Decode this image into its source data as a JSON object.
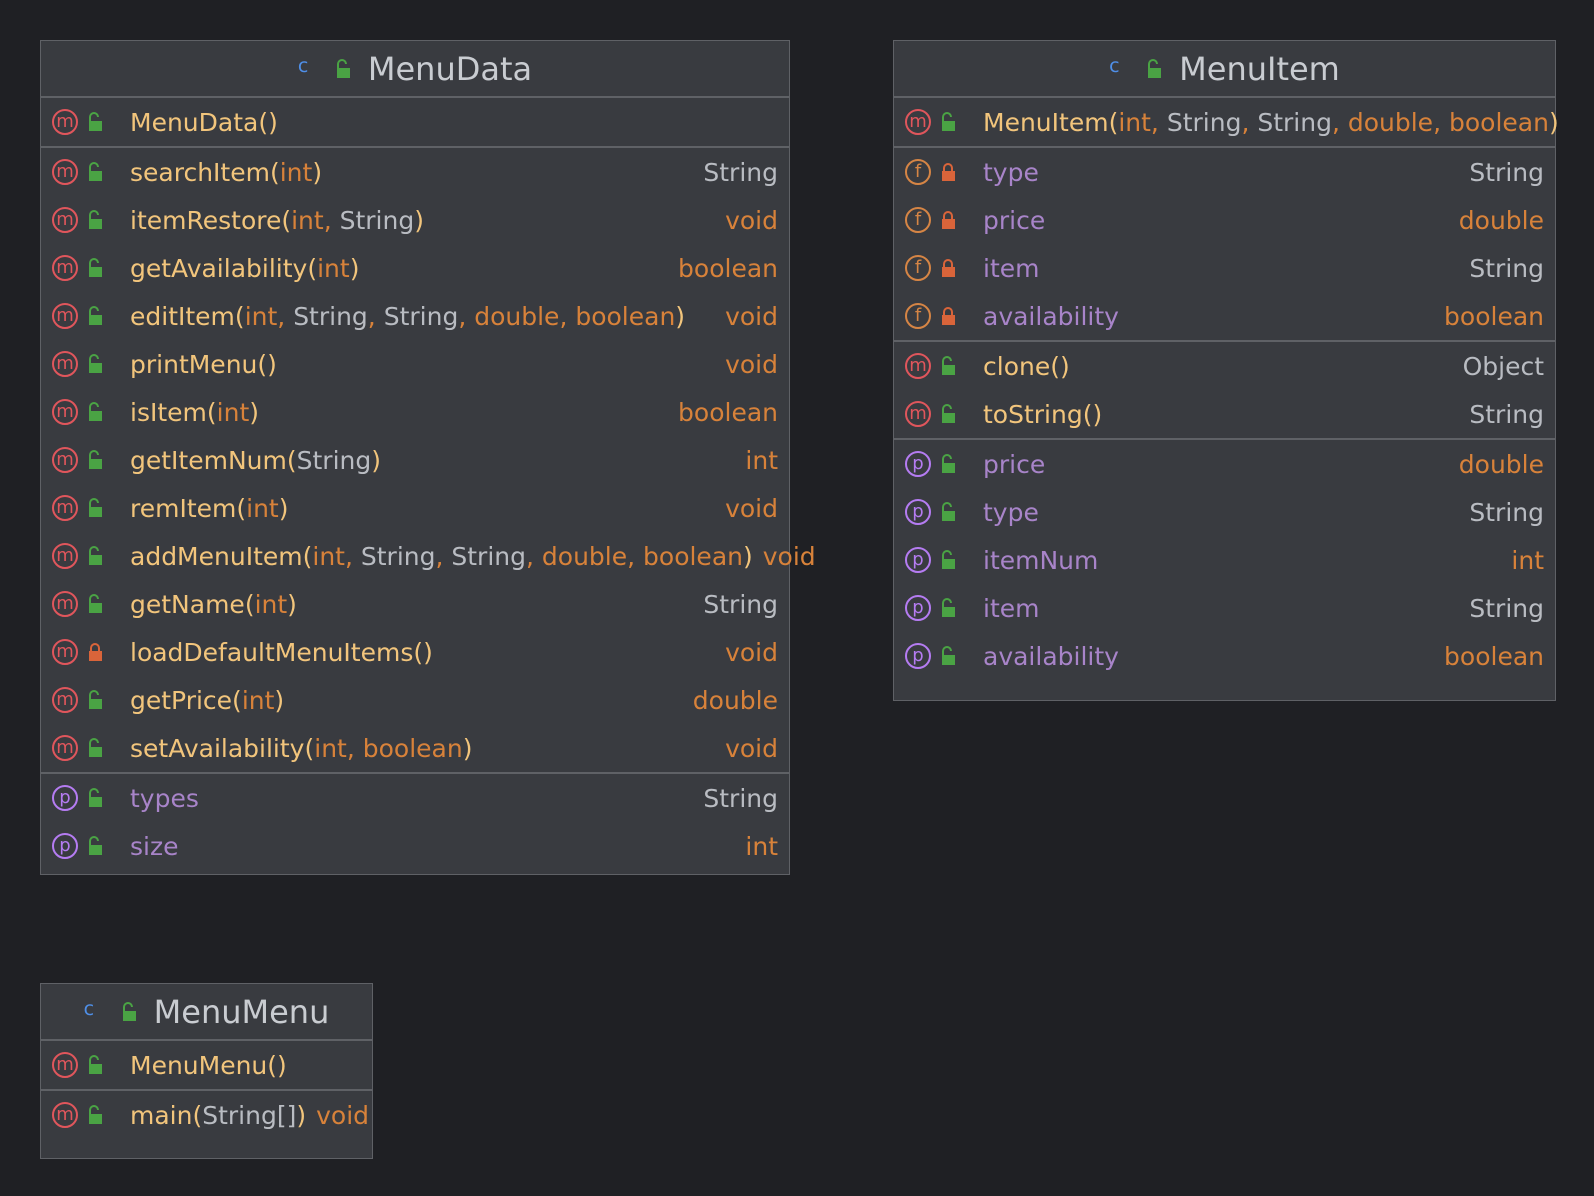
{
  "colors": {
    "background": "#1f2024",
    "panel": "#393b40",
    "border": "#5f6166",
    "method_icon": "#e0565c",
    "field_icon": "#d68545",
    "property_icon": "#b57cf2",
    "class_icon": "#4f8fe8",
    "public_icon": "#4aa344",
    "private_icon": "#d9643a",
    "method_name": "#f2c57c",
    "primitive_type": "#d8823a",
    "reference_type": "#b9bcc2",
    "property_name": "#a884c9"
  },
  "icons": {
    "class": "class-icon",
    "method": "method-icon",
    "field": "field-icon",
    "property": "property-icon",
    "public": "unlocked-icon",
    "private": "lock-icon"
  },
  "classes": {
    "menudata": {
      "title": "MenuData",
      "icon_letter": "c",
      "constructor": "MenuData",
      "methods": [
        {
          "name": "searchItem",
          "params": [
            "int"
          ],
          "type": "String"
        },
        {
          "name": "itemRestore",
          "params": [
            "int",
            "String"
          ],
          "type": "void"
        },
        {
          "name": "getAvailability",
          "params": [
            "int"
          ],
          "type": "boolean"
        },
        {
          "name": "editItem",
          "params": [
            "int",
            "String",
            "String",
            "double",
            "boolean"
          ],
          "type": "void"
        },
        {
          "name": "printMenu",
          "params": [],
          "type": "void"
        },
        {
          "name": "isItem",
          "params": [
            "int"
          ],
          "type": "boolean"
        },
        {
          "name": "getItemNum",
          "params": [
            "String"
          ],
          "type": "int"
        },
        {
          "name": "remItem",
          "params": [
            "int"
          ],
          "type": "void"
        },
        {
          "name": "addMenuItem",
          "params": [
            "int",
            "String",
            "String",
            "double",
            "boolean"
          ],
          "type": "void"
        },
        {
          "name": "getName",
          "params": [
            "int"
          ],
          "type": "String"
        },
        {
          "name": "loadDefaultMenuItems",
          "params": [],
          "type": "void",
          "private": true
        },
        {
          "name": "getPrice",
          "params": [
            "int"
          ],
          "type": "double"
        },
        {
          "name": "setAvailability",
          "params": [
            "int",
            "boolean"
          ],
          "type": "void"
        }
      ],
      "properties": [
        {
          "name": "types",
          "type": "String"
        },
        {
          "name": "size",
          "type": "int"
        }
      ]
    },
    "menuitem": {
      "title": "MenuItem",
      "constructor": "MenuItem",
      "constructor_params": [
        "int",
        "String",
        "String",
        "double",
        "boolean"
      ],
      "fields": [
        {
          "name": "type",
          "type": "String"
        },
        {
          "name": "price",
          "type": "double"
        },
        {
          "name": "item",
          "type": "String"
        },
        {
          "name": "availability",
          "type": "boolean"
        }
      ],
      "methods": [
        {
          "name": "clone",
          "params": [],
          "type": "Object"
        },
        {
          "name": "toString",
          "params": [],
          "type": "String"
        }
      ],
      "properties": [
        {
          "name": "price",
          "type": "double"
        },
        {
          "name": "type",
          "type": "String"
        },
        {
          "name": "itemNum",
          "type": "int"
        },
        {
          "name": "item",
          "type": "String"
        },
        {
          "name": "availability",
          "type": "boolean"
        }
      ]
    },
    "menumenu": {
      "title": "MenuMenu",
      "constructor": "MenuMenu",
      "methods": [
        {
          "name": "main",
          "params": [
            "String[]"
          ],
          "type": "void"
        }
      ]
    }
  },
  "letters": {
    "method": "m",
    "field": "f",
    "property": "p",
    "class": "c"
  }
}
